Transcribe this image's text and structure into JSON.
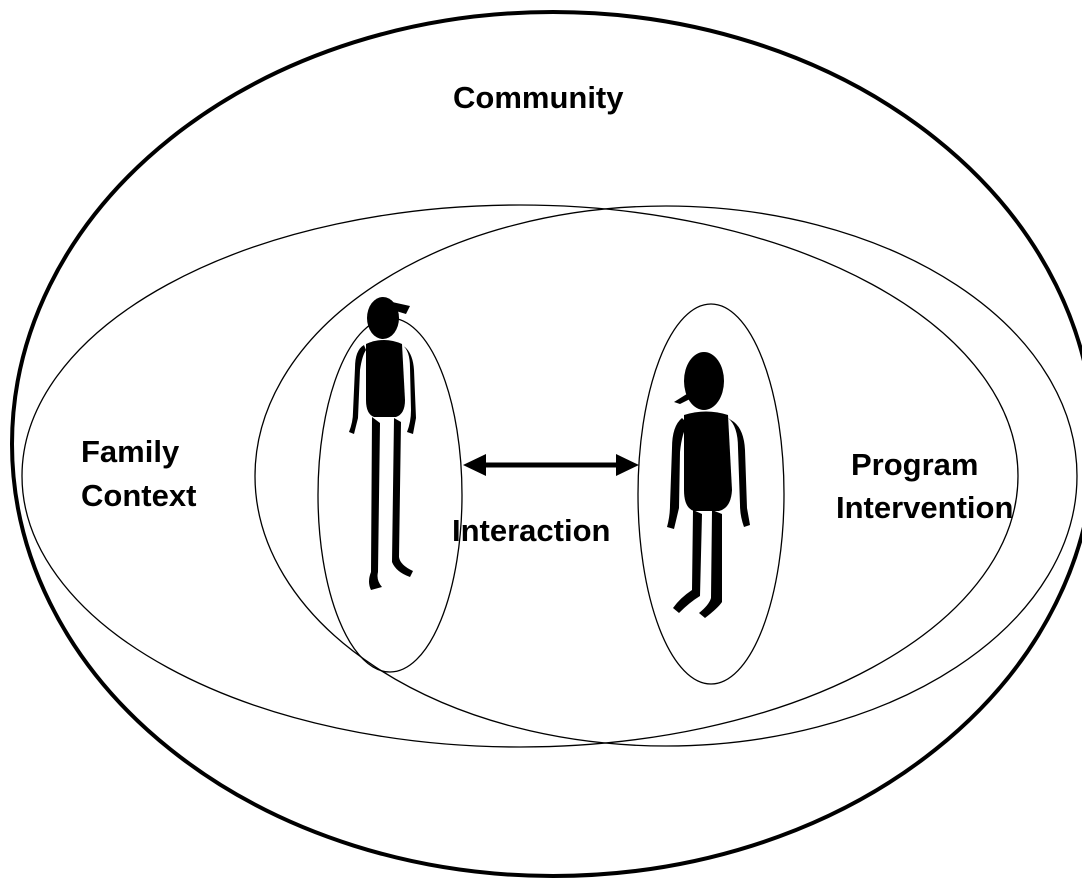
{
  "diagram": {
    "labels": {
      "community": "Community",
      "family_line1": "Family",
      "family_line2": "Context",
      "program_line1": "Program",
      "program_line2": "Intervention",
      "interaction": "Interaction"
    },
    "figures": {
      "left": "child-figure-icon",
      "right": "adult-figure-icon"
    },
    "connector": "double-headed-arrow-icon",
    "colors": {
      "line": "#000000",
      "background": "#ffffff"
    }
  }
}
